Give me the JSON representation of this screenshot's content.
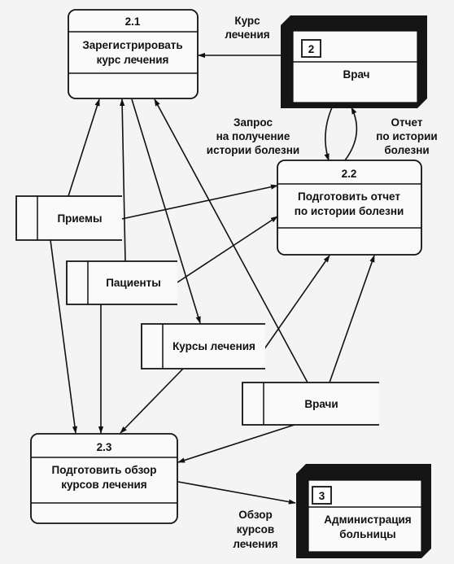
{
  "processes": {
    "p21": {
      "id": "2.1",
      "name": [
        "Зарегистрировать",
        "курс лечения"
      ]
    },
    "p22": {
      "id": "2.2",
      "name": [
        "Подготовить отчет",
        "по истории болезни"
      ]
    },
    "p23": {
      "id": "2.3",
      "name": [
        "Подготовить обзор",
        "курсов лечения"
      ]
    }
  },
  "external_entities": {
    "doctor": {
      "id": "2",
      "name": "Врач"
    },
    "admin": {
      "id": "3",
      "name": [
        "Администрация",
        "больницы"
      ]
    }
  },
  "data_stores": {
    "appointments": "Приемы",
    "patients": "Пациенты",
    "courses": "Курсы лечения",
    "doctors": "Врачи"
  },
  "flow_labels": {
    "course": [
      "Курс",
      "лечения"
    ],
    "request": [
      "Запрос",
      "на получение",
      "истории болезни"
    ],
    "report": [
      "Отчет",
      "по истории",
      "болезни"
    ],
    "review": [
      "Обзор",
      "курсов",
      "лечения"
    ]
  }
}
